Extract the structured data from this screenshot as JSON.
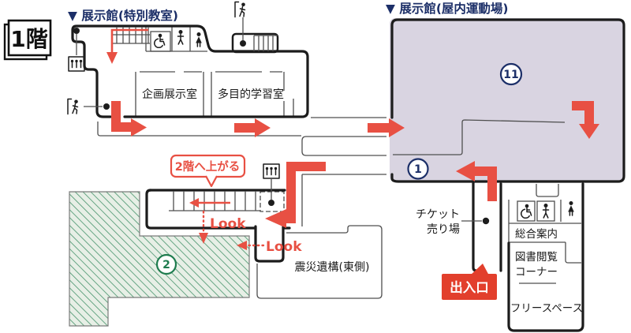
{
  "floor_badge": "1階",
  "sections": {
    "left": "▼ 展示館(特別教室)",
    "right": "▼ 展示館(屋内運動場)"
  },
  "rooms": {
    "kikaku": "企画展示室",
    "tamoku": "多目的学習室",
    "shinsai": "震災遺構(東側)",
    "sogo": "総合案内",
    "tosho1": "図書閲覧",
    "tosho2": "コーナー",
    "free": "フリースペース"
  },
  "labels": {
    "ticket1": "チケット",
    "ticket2": "売り場",
    "entrance": "出入口",
    "upstairs": "2階へ上がる",
    "look1": "Look",
    "look2": "Look"
  },
  "markers": {
    "gym": "11",
    "one": "1",
    "two": "2"
  },
  "colors": {
    "red": "#e85043",
    "redbox": "#e23f2c",
    "navy": "#1c2f68",
    "green": "#1e7c4e",
    "purple": "#d9d4e1",
    "ink": "#1c1c1c",
    "line": "#4f4f4f",
    "hatchline": "#4f9872",
    "hatchbg": "#e7efe6"
  }
}
